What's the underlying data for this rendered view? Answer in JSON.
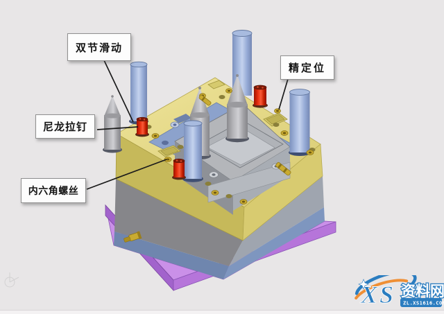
{
  "annotations": [
    {
      "id": "double-slide",
      "text": "双节滑动"
    },
    {
      "id": "precision-locating",
      "text": "精定位"
    },
    {
      "id": "nylon-puller",
      "text": "尼龙拉钉"
    },
    {
      "id": "socket-head-screw",
      "text": "内六角螺丝"
    }
  ],
  "watermark": {
    "logo_text": "XS",
    "site_name": "资料网",
    "site_url": "ZL.XS1616.COM"
  },
  "palette": {
    "background": "#e8e6e7",
    "plate_yellow_left": "#c6b95a",
    "plate_yellow_right": "#d8cb70",
    "spacer_gray_left": "#86868a",
    "spacer_gray_right": "#9fa5af",
    "ejector_bluegray_left": "#6f86ae",
    "ejector_bluegray_right": "#7e96bf",
    "base_purple_top": "#ca90e8",
    "base_purple_left": "#a263cc",
    "base_purple_right": "#b675da",
    "recess_floor_blue": "#8ca2cc",
    "pillar_blue": "#a6b9de",
    "pin_red": "#e42d0d",
    "screw_brass": "#c9ab31",
    "watermark_blue": "#2b7dc0",
    "watermark_orange": "#ef8f35"
  }
}
